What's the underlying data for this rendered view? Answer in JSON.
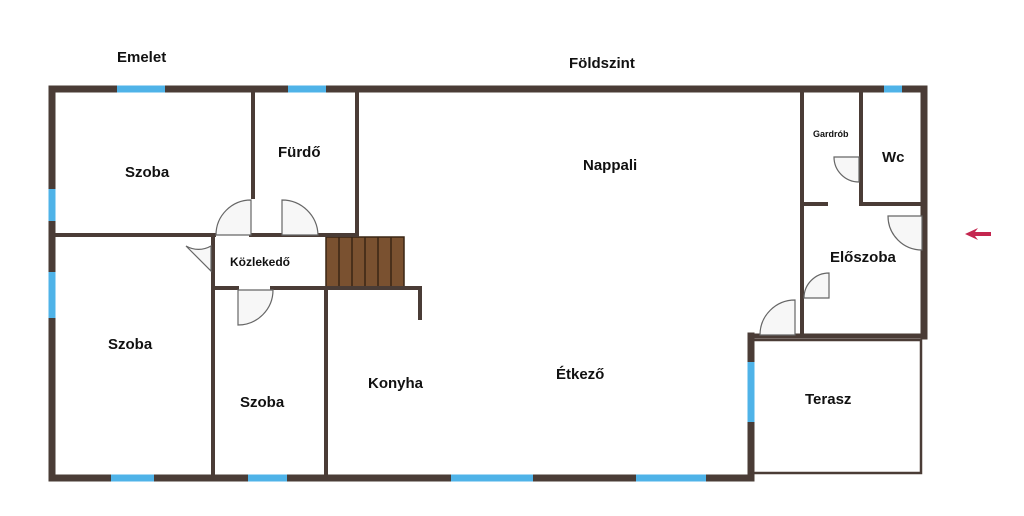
{
  "headings": {
    "upper_floor": "Emelet",
    "ground_floor": "Földszint"
  },
  "rooms": {
    "szoba_top": "Szoba",
    "furdo": "Fürdő",
    "nappali": "Nappali",
    "gardrob": "Gardrób",
    "wc": "Wc",
    "kozlekedo": "Közlekedő",
    "eloszoba": "Előszoba",
    "szoba_left": "Szoba",
    "szoba_small": "Szoba",
    "konyha": "Konyha",
    "etkezo": "Étkező",
    "terasz": "Terasz"
  },
  "colors": {
    "wall": "#4a3c36",
    "window": "#4fb3e8",
    "stairs": "#7a5130",
    "stair_lines": "#3a2614",
    "door": "#666666",
    "door_fill": "#f7f7f7",
    "entry_arrow": "#c4264f"
  },
  "icons": {
    "entry_arrow": "entrance-arrow-icon"
  }
}
